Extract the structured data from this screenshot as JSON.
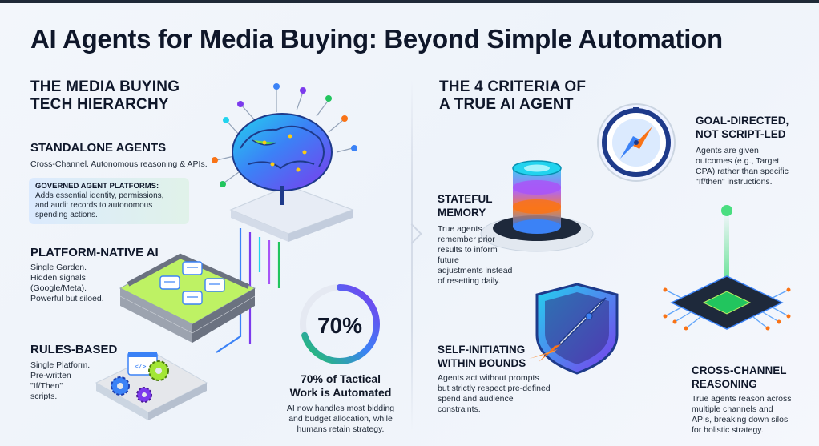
{
  "title": "AI Agents for Media Buying: Beyond Simple Automation",
  "hierarchy": {
    "heading_line1": "THE MEDIA BUYING",
    "heading_line2": "TECH HIERARCHY",
    "standalone": {
      "title": "STANDALONE AGENTS",
      "desc": "Cross-Channel. Autonomous reasoning & APIs."
    },
    "governed": {
      "title": "GOVERNED AGENT PLATFORMS:",
      "desc_l1": "Adds essential identity, permissions,",
      "desc_l2": "and audit records to autonomous",
      "desc_l3": "spending actions."
    },
    "platform_native": {
      "title": "PLATFORM-NATIVE AI",
      "desc_l1": "Single Garden.",
      "desc_l2": "Hidden signals",
      "desc_l3": "(Google/Meta).",
      "desc_l4": "Powerful but siloed."
    },
    "rules_based": {
      "title": "RULES-BASED",
      "desc_l1": "Single Platform.",
      "desc_l2": "Pre-written",
      "desc_l3": "\"If/Then\"",
      "desc_l4": "scripts."
    }
  },
  "stat": {
    "value": "70%",
    "fraction": 0.7,
    "title_l1": "70% of Tactical",
    "title_l2": "Work is Automated",
    "desc_l1": "AI now handles most bidding",
    "desc_l2": "and budget allocation, while",
    "desc_l3": "humans retain strategy."
  },
  "criteria": {
    "heading_line1": "THE 4 CRITERIA OF",
    "heading_line2": "A TRUE AI AGENT",
    "goal": {
      "title_l1": "GOAL-DIRECTED,",
      "title_l2": "NOT SCRIPT-LED",
      "desc_l1": "Agents are given",
      "desc_l2": "outcomes (e.g., Target",
      "desc_l3": "CPA) rather than specific",
      "desc_l4": "\"If/then\" instructions."
    },
    "stateful": {
      "title_l1": "STATEFUL",
      "title_l2": "MEMORY",
      "desc_l1": "True agents",
      "desc_l2": "remember prior",
      "desc_l3": "results to inform",
      "desc_l4": "future",
      "desc_l5": "adjustments instead",
      "desc_l6": "of resetting daily."
    },
    "self_initiating": {
      "title_l1": "SELF-INITIATING",
      "title_l2": "WITHIN BOUNDS",
      "desc_l1": "Agents act without prompts",
      "desc_l2": "but strictly respect pre-defined",
      "desc_l3": "spend and audience",
      "desc_l4": "constraints."
    },
    "cross_channel": {
      "title_l1": "CROSS-CHANNEL",
      "title_l2": "REASONING",
      "desc_l1": "True agents reason across",
      "desc_l2": "multiple channels and",
      "desc_l3": "APIs, breaking down silos",
      "desc_l4": "for holistic strategy."
    }
  },
  "icons": {
    "brain": "brain-icon",
    "chat_garden": "walled-garden-icon",
    "gears": "gears-icon",
    "compass": "compass-icon",
    "memory": "memory-stack-icon",
    "rocket": "rocket-shield-icon",
    "chip": "chip-network-icon"
  },
  "colors": {
    "accent_blue": "#2563eb",
    "accent_purple": "#7c3aed",
    "accent_green": "#22c55e",
    "accent_orange": "#f97316",
    "text_dark": "#0f172a"
  }
}
